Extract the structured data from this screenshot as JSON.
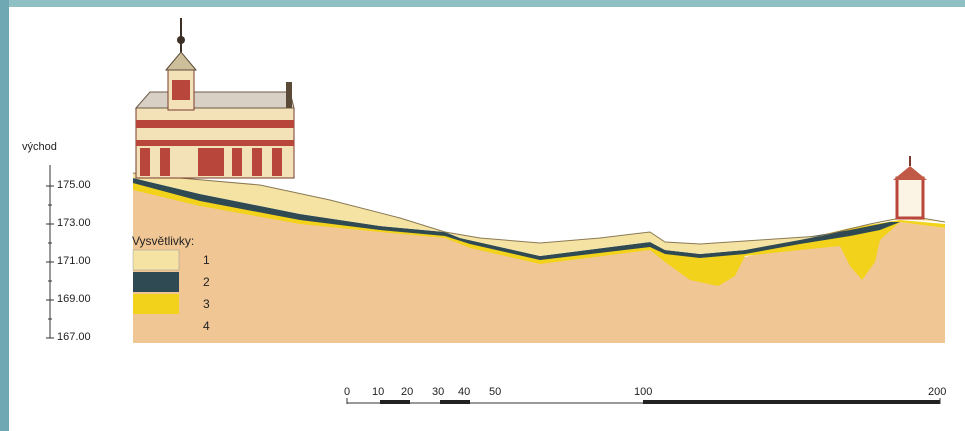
{
  "axis": {
    "title": "východ",
    "ticks": [
      "175.00",
      "173.00",
      "171.00",
      "169.00",
      "167.00"
    ]
  },
  "legend": {
    "title": "Vysvětlivky:",
    "items": [
      {
        "label": "1",
        "color": "#f5e3a3"
      },
      {
        "label": "2",
        "color": "#2f4a52"
      },
      {
        "label": "3",
        "color": "#f2d21a"
      },
      {
        "label": "4",
        "color": "#f0c695"
      }
    ]
  },
  "scale_bar": {
    "labels": [
      "0",
      "10",
      "20",
      "30",
      "40",
      "50",
      "100",
      "200"
    ]
  },
  "colors": {
    "fill_layer": "#f5e3a3",
    "dark_layer": "#2f4a52",
    "yellow_layer": "#f2d21a",
    "ground": "#f0c695",
    "building_red": "#b8463a",
    "building_cream": "#f3e2b8"
  }
}
